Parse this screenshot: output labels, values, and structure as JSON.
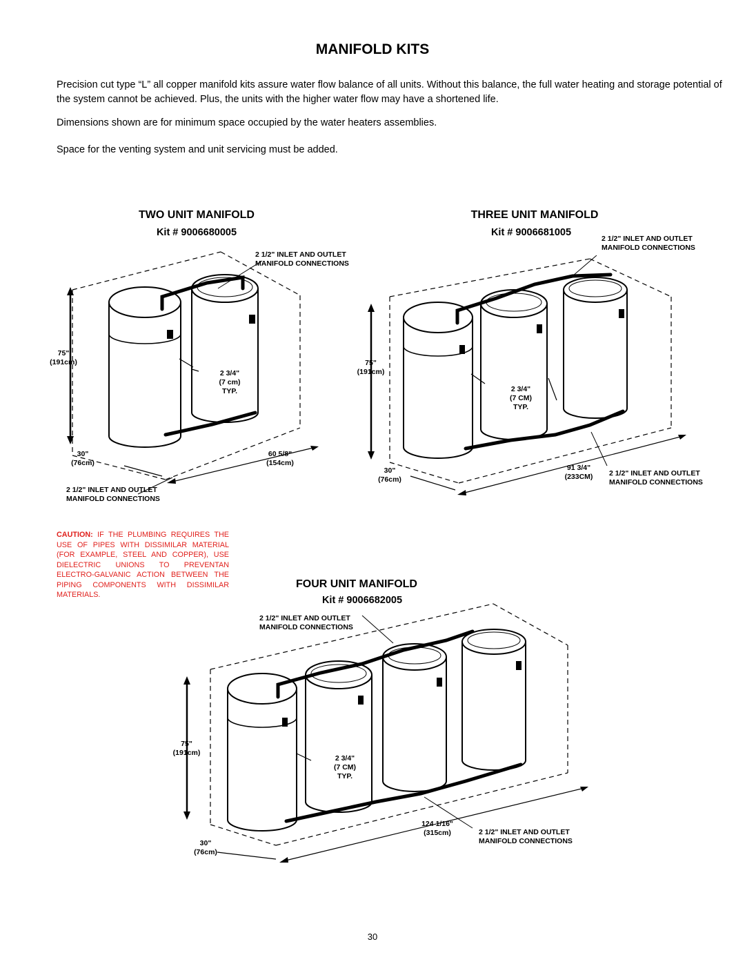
{
  "title": "MANIFOLD KITS",
  "intro": [
    "Precision cut type “L” all copper manifold kits assure water flow balance of all units. Without this balance, the full water heating and storage potential of the system cannot be achieved. Plus, the units with the higher water flow may have a shortened life.",
    "Dimensions shown are for minimum space occupied by the water heaters assemblies.",
    "Space for the venting system and unit servicing must be added."
  ],
  "two_unit": {
    "heading": "TWO UNIT MANIFOLD",
    "kit": "Kit # 9006680005",
    "inlet_top": [
      "2 1/2\" INLET AND OUTLET",
      "MANIFOLD CONNECTIONS"
    ],
    "height": [
      "75\"",
      "(191cm)"
    ],
    "spacing": [
      "2 3/4\"",
      "(7 cm)",
      "TYP."
    ],
    "depth": [
      "30\"",
      "(76cm)"
    ],
    "width": [
      "60 5/8\"",
      "(154cm)"
    ],
    "inlet_bottom": [
      "2 1/2\" INLET AND OUTLET",
      "MANIFOLD CONNECTIONS"
    ]
  },
  "three_unit": {
    "heading": "THREE UNIT MANIFOLD",
    "kit": "Kit # 9006681005",
    "inlet_top": [
      "2 1/2\" INLET AND OUTLET",
      "MANIFOLD CONNECTIONS"
    ],
    "height": [
      "75\"",
      "(191cm)"
    ],
    "spacing": [
      "2 3/4\"",
      "(7 CM)",
      "TYP."
    ],
    "depth": [
      "30\"",
      "(76cm)"
    ],
    "width": [
      "91 3/4\"",
      "(233CM)"
    ],
    "inlet_bottom": [
      "2 1/2\" INLET AND OUTLET",
      "MANIFOLD CONNECTIONS"
    ]
  },
  "caution": {
    "lead": "CAUTION:",
    "text": " IF THE PLUMBING REQUIRES THE USE OF PIPES WITH DISSIMILAR MATERIAL (FOR EXAMPLE, STEEL AND COPPER), USE DIELECTRIC UNIONS TO PREVENTAN ELECTRO-GALVANIC ACTION BETWEEN THE PIPING COMPONENTS WITH DISSIMILAR MATERIALS."
  },
  "four_unit": {
    "heading": "FOUR UNIT MANIFOLD",
    "kit": "Kit # 9006682005",
    "inlet_top": [
      "2 1/2\" INLET AND OUTLET",
      "MANIFOLD CONNECTIONS"
    ],
    "height": [
      "75\"",
      "(191cm)"
    ],
    "spacing": [
      "2 3/4\"",
      "(7 CM)",
      "TYP."
    ],
    "depth": [
      "30\"",
      "(76cm)"
    ],
    "width": [
      "124 1/16\"",
      "(315cm)"
    ],
    "inlet_bottom": [
      "2 1/2\" INLET AND OUTLET",
      "MANIFOLD CONNECTIONS"
    ]
  },
  "page_number": "30",
  "colors": {
    "caution": "#e0201c",
    "ink": "#000000"
  }
}
